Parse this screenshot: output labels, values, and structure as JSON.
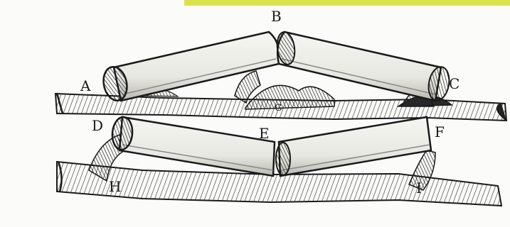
{
  "figure": {
    "accent_color": "#d9e34d",
    "labels": {
      "a": "A",
      "b": "B",
      "c": "C",
      "d": "D",
      "e": "E",
      "f": "F",
      "g": "G",
      "h": "H",
      "i": "I"
    }
  }
}
